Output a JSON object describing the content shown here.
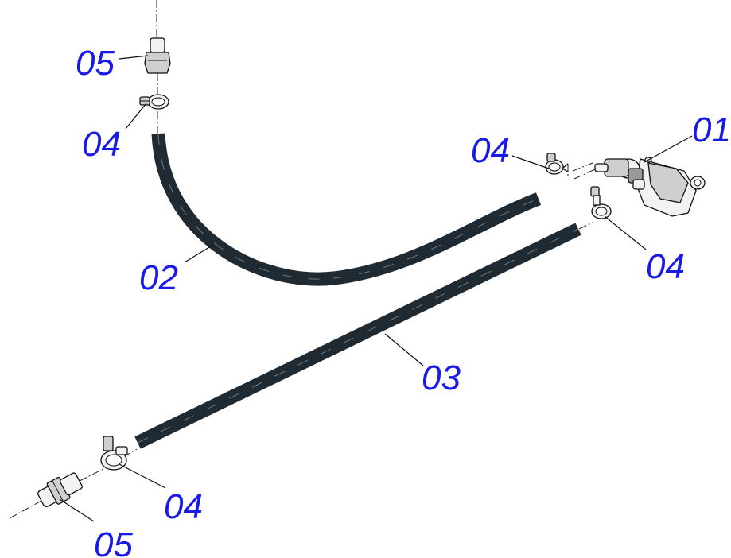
{
  "callouts": {
    "c01": "01",
    "c02": "02",
    "c03": "03",
    "c04_top_left": "04",
    "c04_top_right": "04",
    "c04_right": "04",
    "c04_bottom": "04",
    "c05_top": "05",
    "c05_bottom": "05"
  },
  "colors": {
    "callout_text": "#1a1ae6",
    "hose": "#1f2a33"
  }
}
